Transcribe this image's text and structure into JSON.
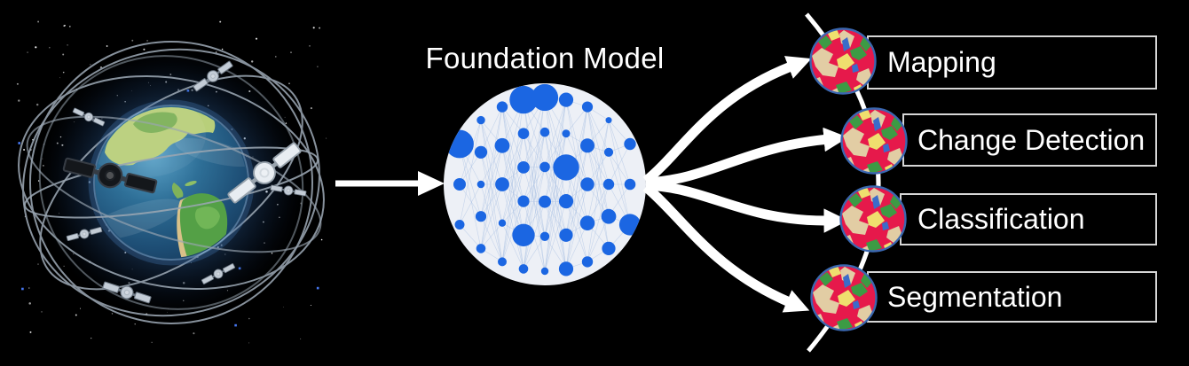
{
  "diagram": {
    "title": "Foundation Model",
    "tasks": [
      {
        "label": "Mapping"
      },
      {
        "label": "Change Detection"
      },
      {
        "label": "Classification"
      },
      {
        "label": "Segmentation"
      }
    ],
    "icons": {
      "input": "earth-with-satellites",
      "model": "neural-network-circle",
      "task_thumbnail": "land-cover-map"
    },
    "colors": {
      "background": "#000000",
      "text": "#ffffff",
      "arrows": "#ffffff",
      "model_circle_background": "#edf0f6",
      "neural_node_blue": "#1b66e2",
      "task_box_border": "#d6d6d6",
      "map_border_blue": "#3a67b0",
      "map_red": "#e6194b",
      "map_tan": "#e2cda4",
      "map_green": "#3c9b44",
      "map_yellow": "#efdf6e",
      "map_blue": "#3b6cc9"
    }
  }
}
